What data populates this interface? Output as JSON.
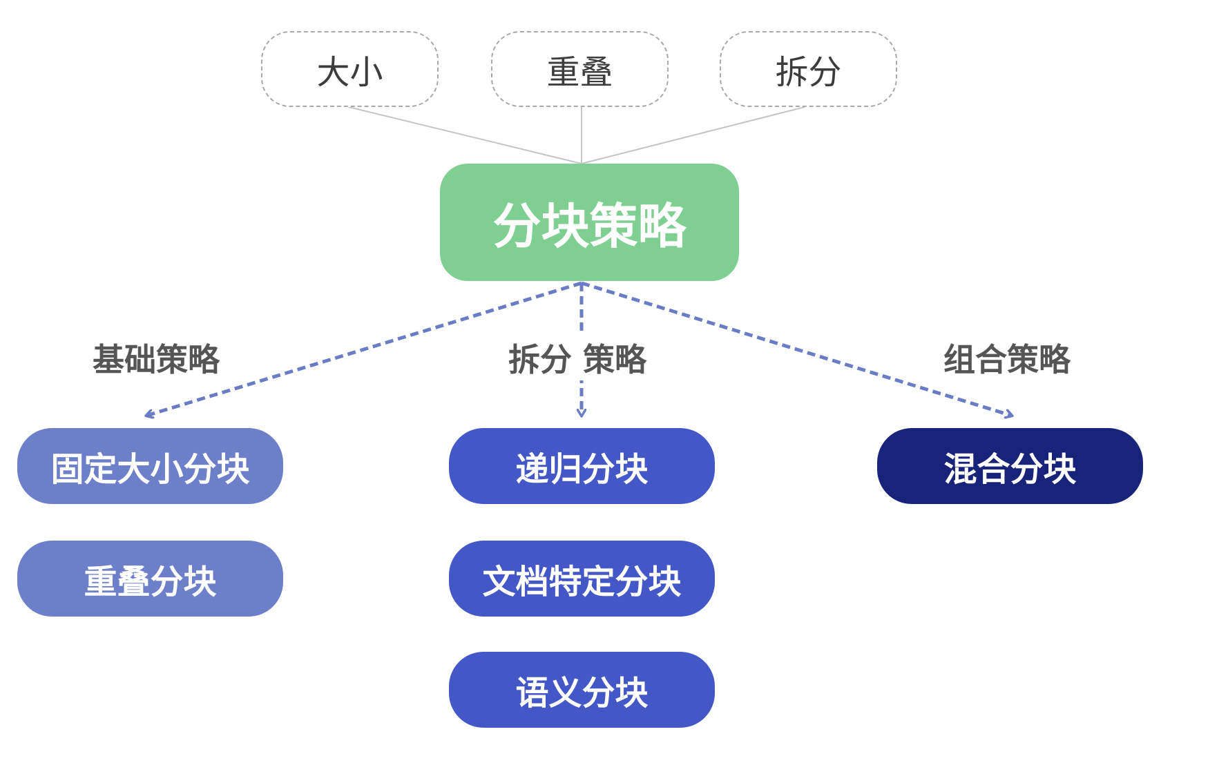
{
  "params": [
    "大小",
    "重叠",
    "拆分"
  ],
  "root": {
    "label": "分块策略"
  },
  "categories": [
    {
      "label": "基础策略",
      "items": [
        "固定大小分块",
        "重叠分块"
      ]
    },
    {
      "label": "拆分 策略",
      "items": [
        "递归分块",
        "文档特定分块",
        "语义分块"
      ]
    },
    {
      "label": "组合策略",
      "items": [
        "混合分块"
      ]
    }
  ],
  "colors": {
    "root": "#7fcf93",
    "basic": "#6e7fca",
    "split": "#4357c7",
    "combo": "#18237a",
    "arrow": "#6a7cc4",
    "connector": "#c4c4c4",
    "param_border": "#a9a9a9",
    "category_label": "#555555"
  }
}
